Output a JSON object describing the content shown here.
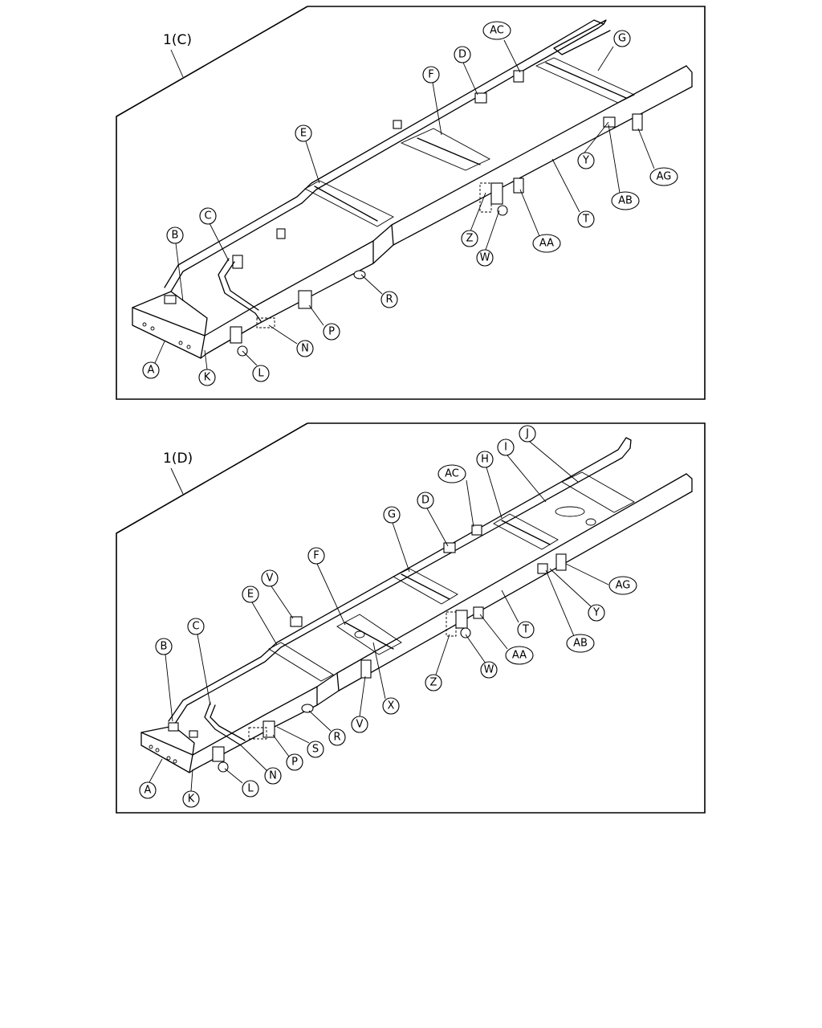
{
  "panels": [
    {
      "title": "1(C)",
      "labels": [
        {
          "id": "A",
          "text": "A"
        },
        {
          "id": "B",
          "text": "B"
        },
        {
          "id": "C",
          "text": "C"
        },
        {
          "id": "D",
          "text": "D"
        },
        {
          "id": "E",
          "text": "E"
        },
        {
          "id": "F",
          "text": "F"
        },
        {
          "id": "G",
          "text": "G"
        },
        {
          "id": "K",
          "text": "K"
        },
        {
          "id": "L",
          "text": "L"
        },
        {
          "id": "N",
          "text": "N"
        },
        {
          "id": "P",
          "text": "P"
        },
        {
          "id": "R",
          "text": "R"
        },
        {
          "id": "T",
          "text": "T"
        },
        {
          "id": "W",
          "text": "W"
        },
        {
          "id": "Y",
          "text": "Y"
        },
        {
          "id": "Z",
          "text": "Z"
        },
        {
          "id": "AA",
          "text": "AA"
        },
        {
          "id": "AB",
          "text": "AB"
        },
        {
          "id": "AC",
          "text": "AC"
        },
        {
          "id": "AG",
          "text": "AG"
        }
      ]
    },
    {
      "title": "1(D)",
      "labels": [
        {
          "id": "A",
          "text": "A"
        },
        {
          "id": "B",
          "text": "B"
        },
        {
          "id": "C",
          "text": "C"
        },
        {
          "id": "D",
          "text": "D"
        },
        {
          "id": "E",
          "text": "E"
        },
        {
          "id": "F",
          "text": "F"
        },
        {
          "id": "G",
          "text": "G"
        },
        {
          "id": "H",
          "text": "H"
        },
        {
          "id": "I",
          "text": "I"
        },
        {
          "id": "J",
          "text": "J"
        },
        {
          "id": "K",
          "text": "K"
        },
        {
          "id": "L",
          "text": "L"
        },
        {
          "id": "N",
          "text": "N"
        },
        {
          "id": "P",
          "text": "P"
        },
        {
          "id": "R",
          "text": "R"
        },
        {
          "id": "S",
          "text": "S"
        },
        {
          "id": "T",
          "text": "T"
        },
        {
          "id": "V1",
          "text": "V"
        },
        {
          "id": "V2",
          "text": "V"
        },
        {
          "id": "W",
          "text": "W"
        },
        {
          "id": "X",
          "text": "X"
        },
        {
          "id": "Y",
          "text": "Y"
        },
        {
          "id": "Z",
          "text": "Z"
        },
        {
          "id": "AA",
          "text": "AA"
        },
        {
          "id": "AB",
          "text": "AB"
        },
        {
          "id": "AC",
          "text": "AC"
        },
        {
          "id": "AG",
          "text": "AG"
        }
      ]
    }
  ]
}
